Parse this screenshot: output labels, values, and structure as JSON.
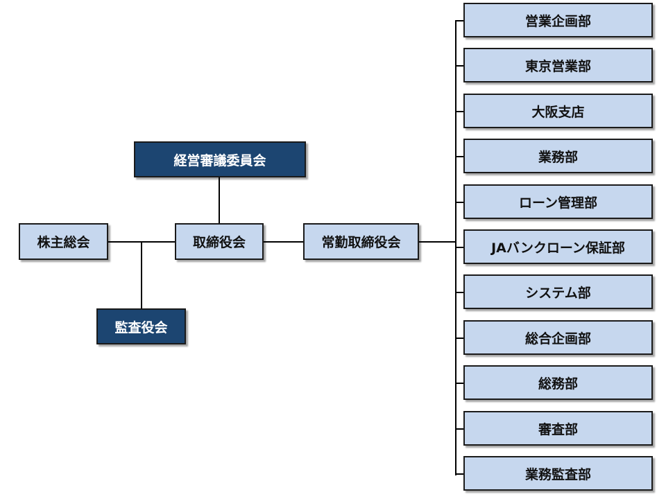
{
  "colors": {
    "light_box_fill": "#c6d7ee",
    "dark_box_fill": "#1c4571",
    "line": "#000000"
  },
  "nodes": {
    "shareholders": "株主総会",
    "board": "取締役会",
    "management_council": "経営審議委員会",
    "auditors": "監査役会",
    "executive_directors": "常勤取締役会"
  },
  "departments": [
    "営業企画部",
    "東京営業部",
    "大阪支店",
    "業務部",
    "ローン管理部",
    "JAバンクローン保証部",
    "システム部",
    "総合企画部",
    "総務部",
    "審査部",
    "業務監査部"
  ]
}
